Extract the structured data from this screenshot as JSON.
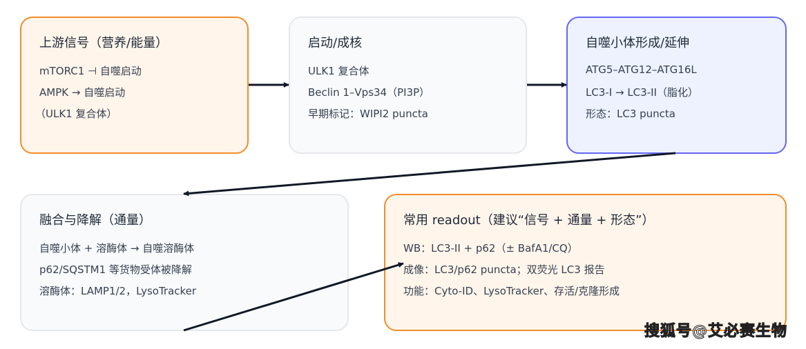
{
  "nodes": [
    {
      "id": "upstream",
      "title": "上游信号（营养/能量）",
      "lines": [
        "mTORC1 ⊣ 自噬启动",
        "AMPK → 自噬启动",
        "（ULK1 复合体）"
      ],
      "style": "orange"
    },
    {
      "id": "initiation",
      "title": "启动/成核",
      "lines": [
        "ULK1 复合体",
        "Beclin 1–Vps34（PI3P）",
        "早期标记：WIPI2 puncta"
      ],
      "style": "gray"
    },
    {
      "id": "elongation",
      "title": "自噬小体形成/延伸",
      "lines": [
        "ATG5–ATG12–ATG16L",
        "LC3-I → LC3-II（脂化）",
        "形态：LC3 puncta"
      ],
      "style": "blue"
    },
    {
      "id": "fusion",
      "title": "融合与降解（通量）",
      "lines": [
        "自噬小体 + 溶酶体 → 自噬溶酶体",
        "p62/SQSTM1 等货物受体被降解",
        "溶酶体：LAMP1/2，LysoTracker"
      ],
      "style": "gray"
    },
    {
      "id": "readout",
      "title": "常用 readout（建议“信号 + 通量 + 形态”）",
      "lines": [
        "WB：LC3-II + p62（± BafA1/CQ）",
        "成像：LC3/p62 puncta；双荧光 LC3 报告",
        "功能：Cyto-ID、LysoTracker、存活/克隆形成"
      ],
      "style": "orange"
    }
  ],
  "edges": [
    {
      "from": "upstream",
      "to": "initiation"
    },
    {
      "from": "initiation",
      "to": "elongation"
    },
    {
      "from": "elongation",
      "to": "fusion"
    },
    {
      "from": "fusion",
      "to": "readout"
    }
  ],
  "colors": {
    "orange_border": "#f28c28",
    "orange_fill": "#fff5eb",
    "gray_border": "#e5e7eb",
    "gray_fill": "#f8fafc",
    "blue_border": "#6366f1",
    "blue_fill": "#eef2ff",
    "arrow": "#111827"
  },
  "watermark": "搜狐号@艾必赛生物"
}
